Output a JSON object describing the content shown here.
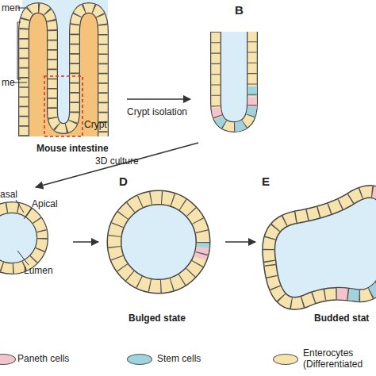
{
  "diagram": {
    "labels": [
      "men",
      "me",
      "Crypt",
      "Mouse intestine",
      "B",
      "Crypt isolation",
      "3D culture",
      "asal",
      "Apical",
      "Lumen",
      "D",
      "E",
      "Bulged state",
      "Budded stat"
    ],
    "legend": [
      {
        "text": "Paneth cells",
        "color": "#f4c4cc"
      },
      {
        "text": "Stem cells",
        "color": "#9fd3dd"
      },
      {
        "text": "Enterocytes (Differentiated",
        "color": "#f7e3ae"
      }
    ]
  }
}
